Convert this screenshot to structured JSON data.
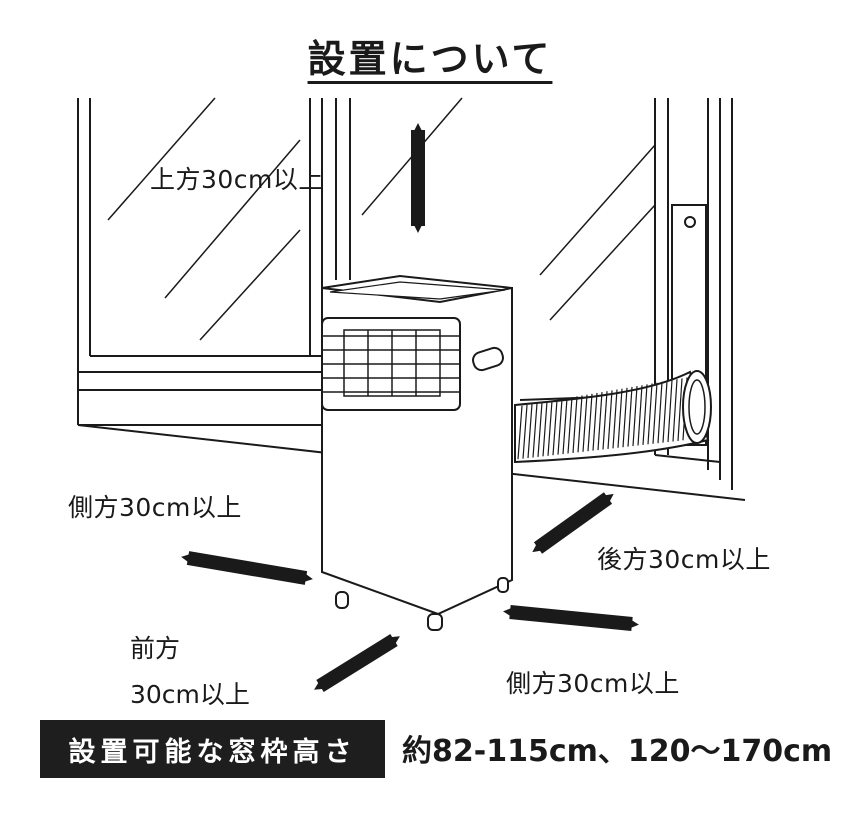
{
  "title": "設置について",
  "labels": {
    "top": "上方30cm以上",
    "side_left": "側方30cm以上",
    "back": "後方30cm以上",
    "front_line1": "前方",
    "front_line2": "30cm以上",
    "side_right": "側方30cm以上"
  },
  "window_height": {
    "badge": "設置可能な窓枠高さ",
    "value": "約82-115cm、120〜170cm"
  },
  "colors": {
    "ink": "#1a1a1a",
    "badge_bg": "#1e1e1e",
    "badge_text": "#ffffff"
  }
}
